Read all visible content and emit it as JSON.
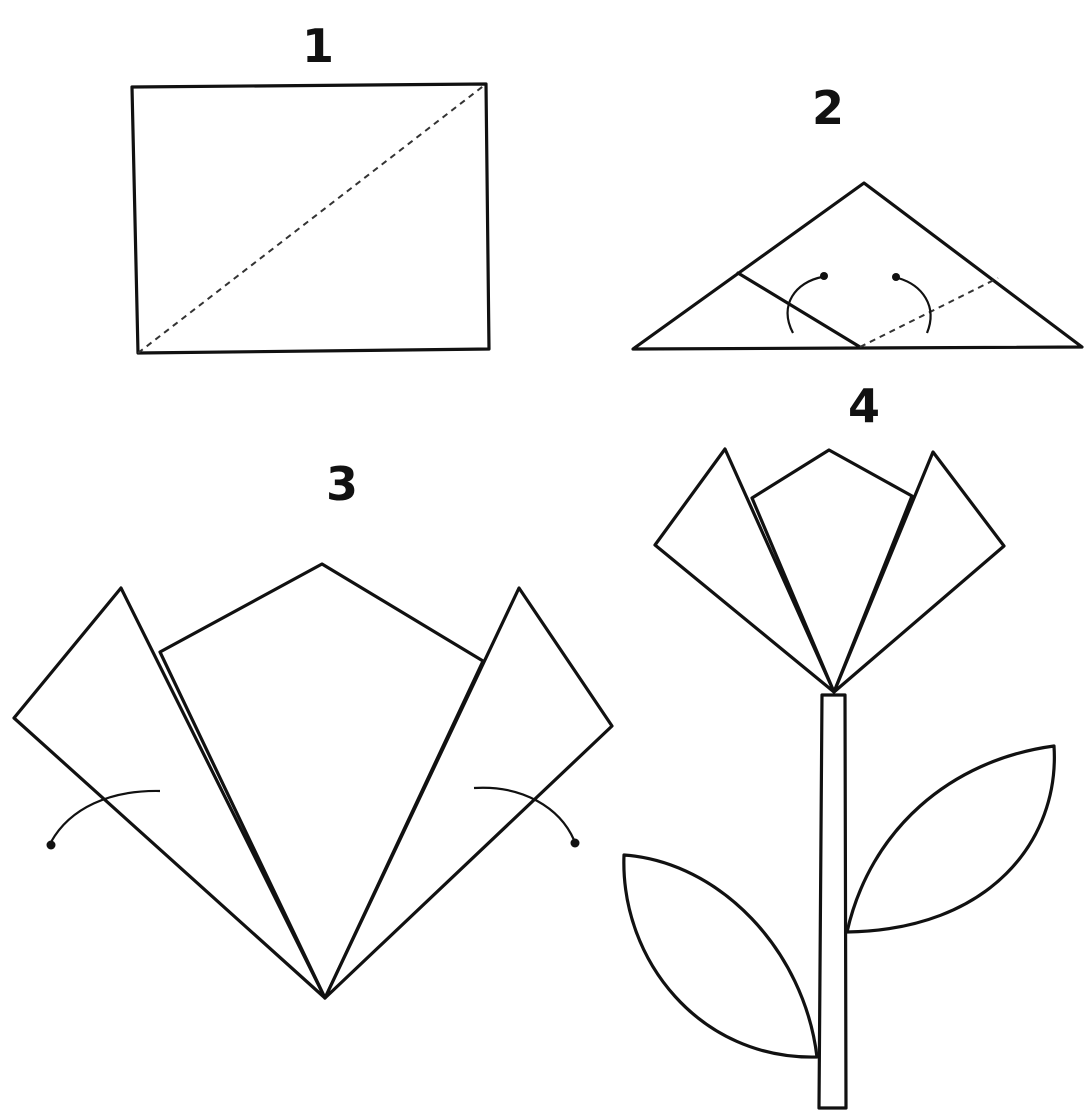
{
  "diagram": {
    "step_labels": [
      "1",
      "2",
      "3",
      "4"
    ]
  }
}
